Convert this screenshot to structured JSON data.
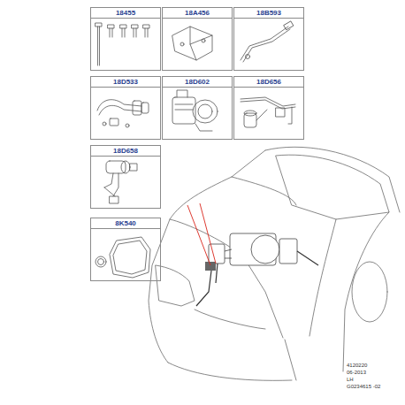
{
  "diagram": {
    "nodes": [
      {
        "text": [
          "18455"
        ]
      },
      {
        "text": [
          "18A456"
        ]
      },
      {
        "text": [
          "18B593"
        ]
      },
      {
        "text": [
          "18D533"
        ]
      },
      {
        "text": [
          "18D602"
        ]
      },
      {
        "text": [
          "18D656"
        ]
      },
      {
        "text": [
          "18D658"
        ]
      },
      {
        "text": [
          "8K540"
        ]
      }
    ],
    "labels": [
      "4120220",
      "06-2013",
      "LH",
      "G0234615 -02"
    ]
  }
}
